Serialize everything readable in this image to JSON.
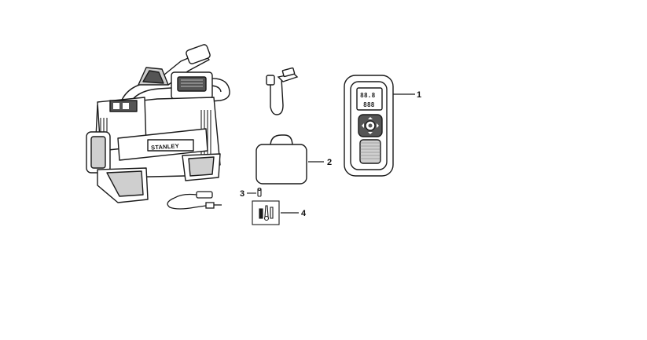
{
  "diagram": {
    "brand_text": "STANLEY",
    "gauge_readout_top": "88.8",
    "gauge_readout_bottom": "888",
    "callouts": [
      {
        "id": "1",
        "label": "1"
      },
      {
        "id": "2",
        "label": "2"
      },
      {
        "id": "3",
        "label": "3"
      },
      {
        "id": "4",
        "label": "4"
      }
    ]
  },
  "colors": {
    "stroke": "#1a1a1a",
    "shade": "#cfcfcf",
    "dark": "#555555",
    "background": "#ffffff"
  }
}
